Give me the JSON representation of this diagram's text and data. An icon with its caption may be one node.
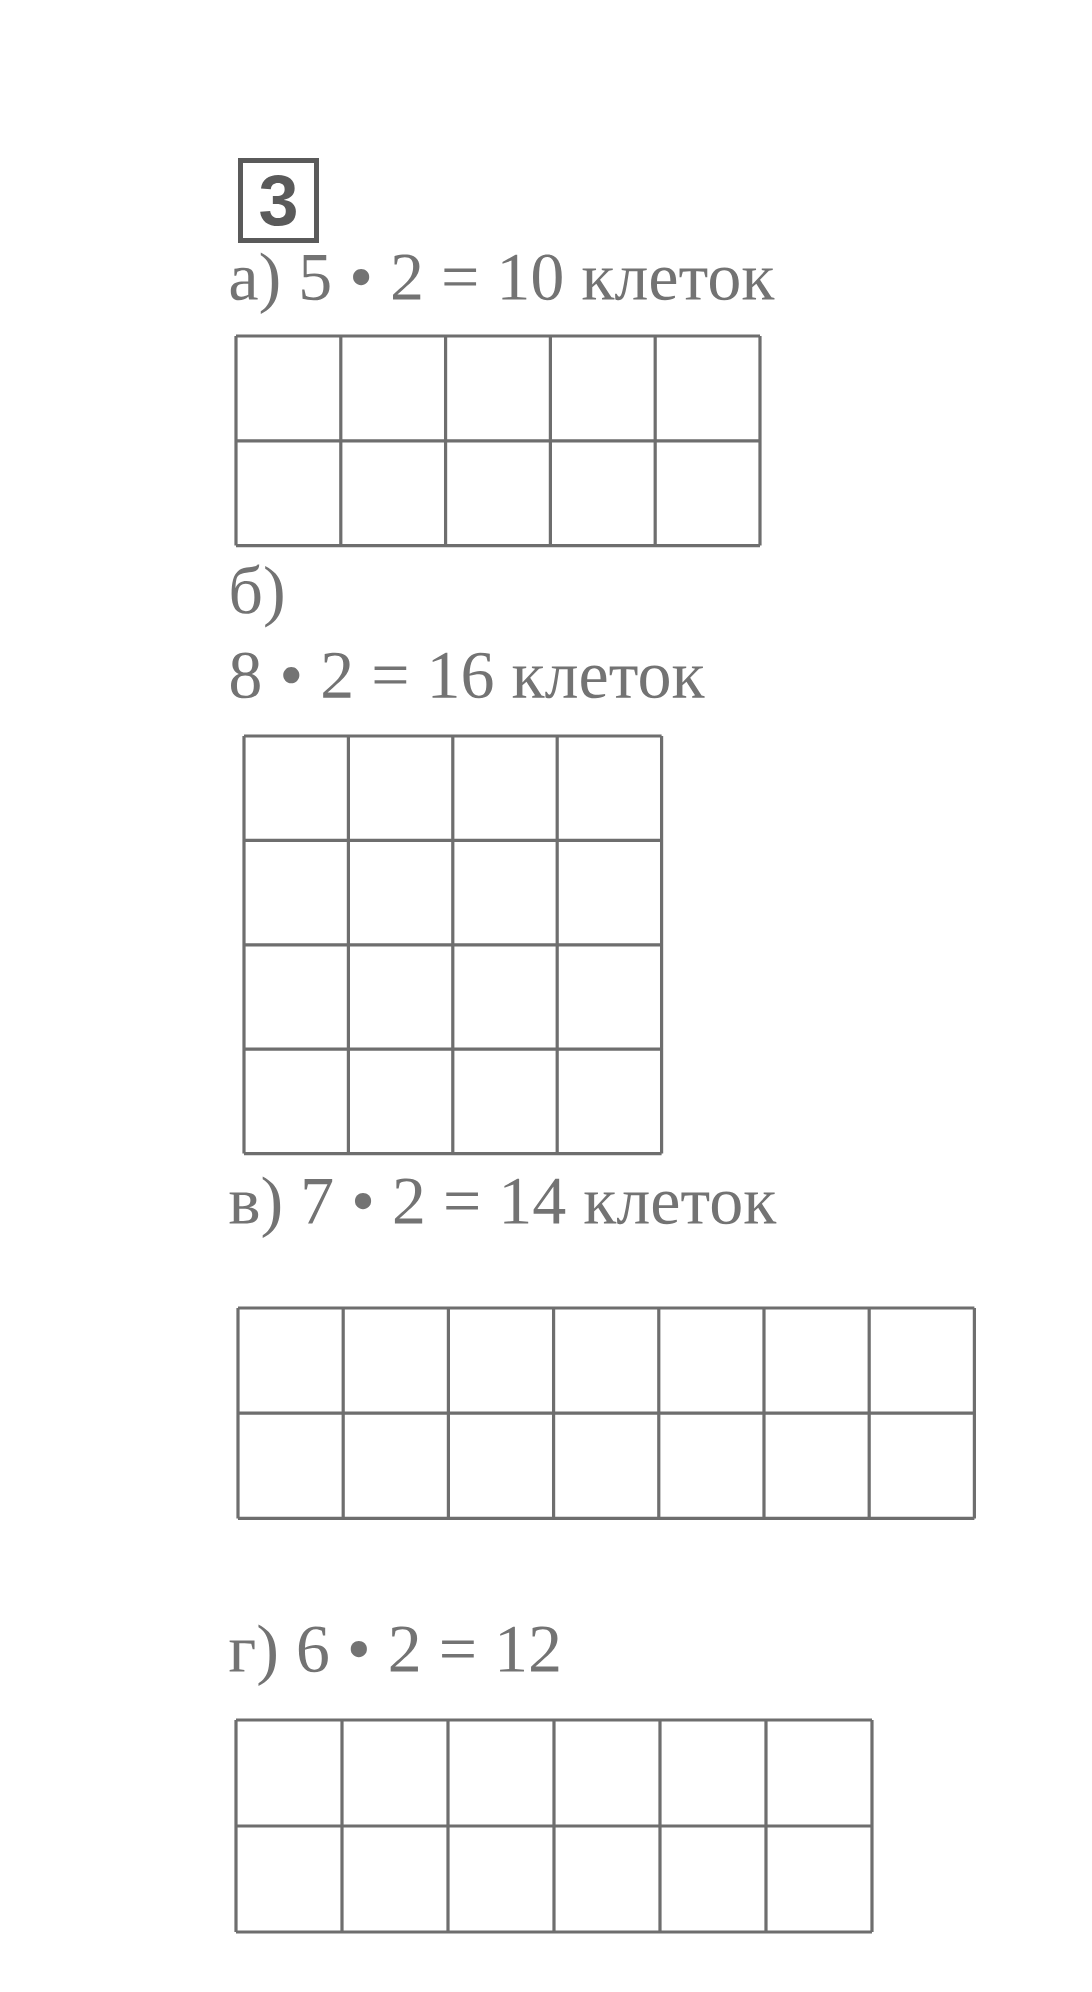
{
  "diagram": {
    "labels": [
      "3",
      "а) 5 • 2 = 10 клеток",
      "б)",
      "8 • 2 = 16 клеток",
      "в) 7 • 2 = 14 клеток",
      "г) 6 • 2 = 12"
    ]
  }
}
